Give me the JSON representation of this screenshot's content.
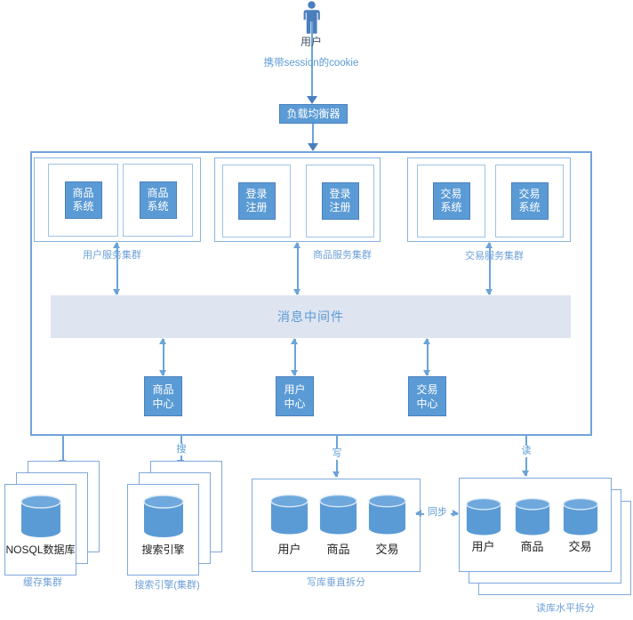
{
  "actor": {
    "label": "用户",
    "note": "携带session的cookie"
  },
  "load_balancer": {
    "label": "负载均衡器"
  },
  "clusters": [
    {
      "label": "用户服务集群",
      "nodes": [
        "商品\n系统",
        "商品\n系统"
      ]
    },
    {
      "label": "商品服务集群",
      "nodes": [
        "登录\n注册",
        "登录\n注册"
      ]
    },
    {
      "label": "交易服务集群",
      "nodes": [
        "交易\n系统",
        "交易\n系统"
      ]
    }
  ],
  "middleware": {
    "label": "消息中间件"
  },
  "centers": [
    {
      "label": "商品\n中心"
    },
    {
      "label": "用户\n中心"
    },
    {
      "label": "交易\n中心"
    }
  ],
  "flows": {
    "search": "搜",
    "write": "写",
    "read": "读",
    "sync": "同步"
  },
  "storage": {
    "cache": {
      "name": "NOSQL数据库",
      "caption": "缓存集群"
    },
    "search": {
      "name": "搜索引擎",
      "caption": "搜索引擎(集群)"
    },
    "write": {
      "shards": [
        "用户",
        "商品",
        "交易"
      ],
      "caption": "写库垂直拆分"
    },
    "read": {
      "shards": [
        "用户",
        "商品",
        "交易"
      ],
      "caption": "读库水平拆分"
    }
  },
  "colors": {
    "node_fill": "#5b9bd5",
    "node_border": "#4a80bd",
    "light_border": "#9dc3e6",
    "container_border": "#71a3d9",
    "middleware_fill": "#dfe4f1",
    "label_blue": "#6fa1d8",
    "text_dark": "#222222"
  }
}
